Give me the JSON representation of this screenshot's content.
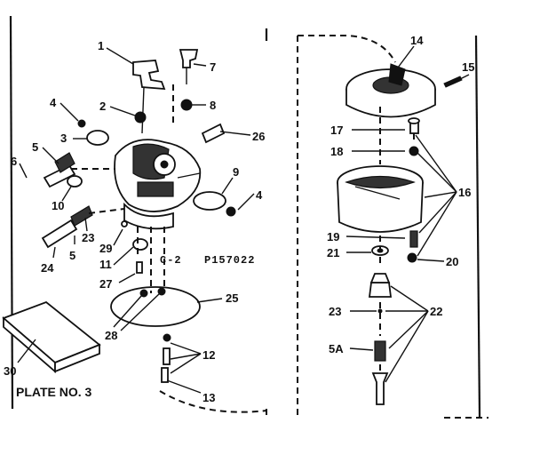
{
  "diagram": {
    "plate_label": "PLATE NO. 3",
    "drawing_number": "P157022",
    "section_label": "C-2",
    "parts_left": [
      "1",
      "2",
      "3",
      "4",
      "5",
      "6",
      "7",
      "8",
      "9",
      "4",
      "10",
      "11",
      "12",
      "13",
      "23",
      "24",
      "5",
      "25",
      "26",
      "27",
      "28",
      "29",
      "30"
    ],
    "parts_right": [
      "14",
      "15",
      "16",
      "17",
      "18",
      "19",
      "20",
      "21",
      "22",
      "23",
      "5A"
    ]
  },
  "labels": {
    "l1": "1",
    "l2": "2",
    "l3": "3",
    "l4a": "4",
    "l5a": "5",
    "l6": "6",
    "l7": "7",
    "l8": "8",
    "l9": "9",
    "l4b": "4",
    "l10": "10",
    "l11": "11",
    "l12": "12",
    "l13": "13",
    "l23a": "23",
    "l24": "24",
    "l5b": "5",
    "l25": "25",
    "l26": "26",
    "l27": "27",
    "l28": "28",
    "l29": "29",
    "l30": "30",
    "l14": "14",
    "l15": "15",
    "l16": "16",
    "l17": "17",
    "l18": "18",
    "l19": "19",
    "l20": "20",
    "l21": "21",
    "l22": "22",
    "l23b": "23",
    "l5A": "5A"
  }
}
